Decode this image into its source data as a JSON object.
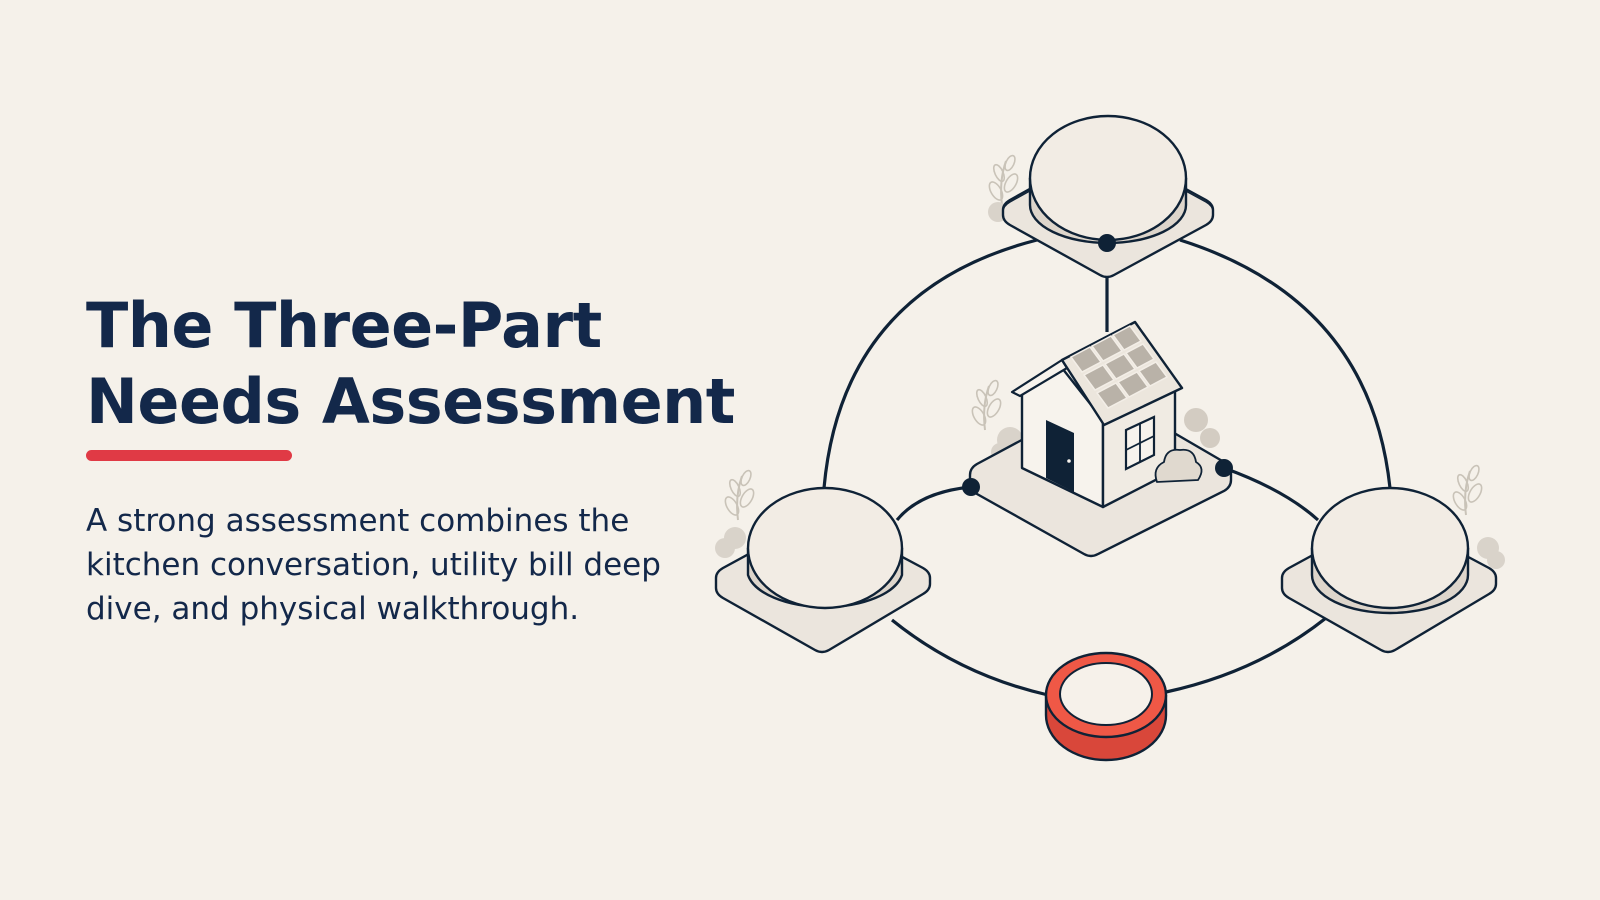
{
  "slide": {
    "title_line1": "The Three-Part",
    "title_line2": "Needs Assessment",
    "subtitle": "A strong assessment combines the kitchen conversation, utility bill deep dive, and physical walkthrough."
  },
  "colors": {
    "background": "#f5f1ea",
    "text": "#13284a",
    "accent": "#e03a45",
    "highlight_node": "#ef5846",
    "line": "#0f2236",
    "node_fill": "#ebe5dd"
  },
  "diagram": {
    "nodes": [
      {
        "id": "top",
        "type": "blank-pedestal"
      },
      {
        "id": "left",
        "type": "blank-pedestal"
      },
      {
        "id": "right",
        "type": "blank-pedestal"
      },
      {
        "id": "center",
        "type": "house-with-solar-panels"
      },
      {
        "id": "bottom",
        "type": "highlighted-button"
      }
    ],
    "icons": [
      "house-icon",
      "solar-panel-icon",
      "plant-icon",
      "bush-icon"
    ]
  }
}
